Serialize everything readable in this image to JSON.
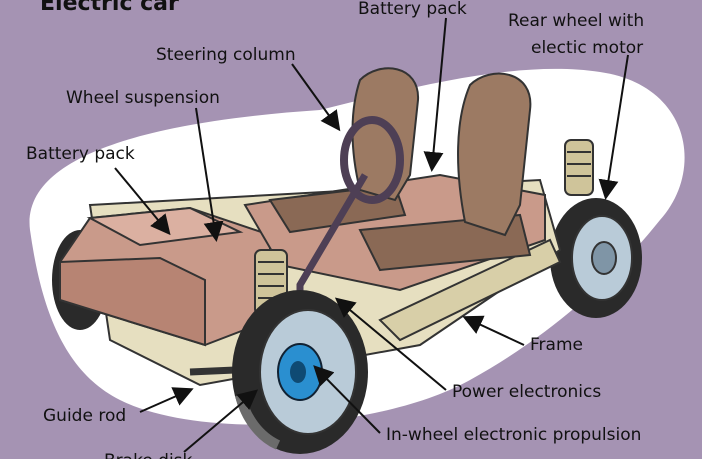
{
  "title": "Electric car",
  "labels": {
    "battery_pack_top": "Battery pack",
    "rear_wheel": "Rear wheel with",
    "rear_wheel_line2": "electic motor",
    "steering_column": "Steering column",
    "wheel_suspension": "Wheel suspension",
    "battery_pack_left": "Battery pack",
    "frame": "Frame",
    "power_electronics": "Power electronics",
    "guide_rod": "Guide rod",
    "in_wheel": "In-wheel electronic propulsion",
    "brake_disk": "Brake disk"
  },
  "colors": {
    "background": "#a593b3",
    "blob": "#ffffff",
    "frame": "#e6dfc0",
    "battery": "#c99a8a",
    "seat": "#9c7a63",
    "tire": "#2a2a2a",
    "rim": "#b9cbd8",
    "motor": "#2a8fd0"
  }
}
